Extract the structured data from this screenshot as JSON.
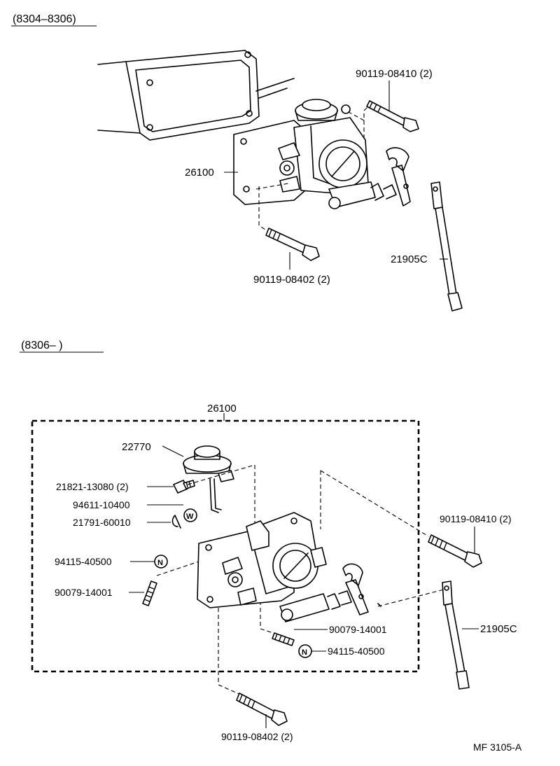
{
  "sections": {
    "top_range": "(8304–8306)",
    "bottom_range": "(8306–        )"
  },
  "top_parts": {
    "bolt_upper": "90119-08410 (2)",
    "throttle_body": "26100",
    "bolt_lower": "90119-08402 (2)",
    "rod": "21905C"
  },
  "bottom_parts": {
    "assembly": "26100",
    "diaphragm": "22770",
    "screw": "21821-13080 (2)",
    "washer": "94611-10400",
    "clip": "21791-60010",
    "nut_left": "94115-40500",
    "stud_left": "90079-14001",
    "bolt_upper": "90119-08410 (2)",
    "rod": "21905C",
    "stud_right": "90079-14001",
    "nut_right": "94115-40500",
    "bolt_lower": "90119-08402 (2)"
  },
  "symbols": {
    "washer_mark": "W",
    "nut_mark": "N"
  },
  "footer": {
    "code": "MF 3105-A"
  }
}
